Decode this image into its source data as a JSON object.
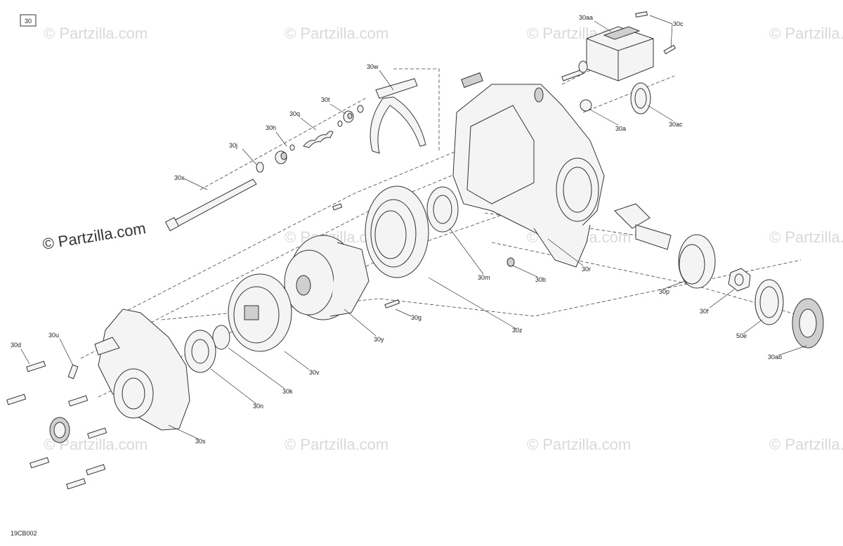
{
  "page_ref": "30",
  "diagram_code": "19CB002",
  "watermark_text": "© Partzilla.com",
  "watermark_prominent": "© Partzilla.com",
  "labels": {
    "l30aa": "30aa",
    "l30c": "30c",
    "l30w": "30w",
    "l30t": "30t",
    "l30q": "30q",
    "l30h": "30h",
    "l30j": "30j",
    "l30x": "30x",
    "l30a": "30a",
    "l30ac": "30ac",
    "l30r": "30r",
    "l30b": "30b",
    "l30m": "30m",
    "l30p": "30p",
    "l30f": "30f",
    "l50e": "50e",
    "l30ab": "30ab",
    "l30g": "30g",
    "l30z": "30z",
    "l30y": "30y",
    "l30v": "30v",
    "l30k": "30k",
    "l30n": "30n",
    "l30s": "30s",
    "l30u": "30u",
    "l30d": "30d"
  }
}
